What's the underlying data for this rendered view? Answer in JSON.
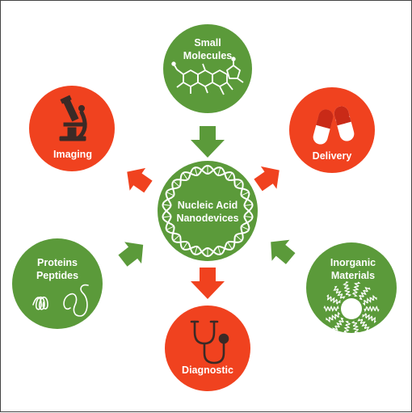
{
  "colors": {
    "green": "#5b9a3a",
    "red": "#f0421f",
    "white": "#ffffff",
    "icon_dark": "#3b2a26",
    "capsule_red": "#c92a17"
  },
  "center": {
    "line1": "Nucleic Acid",
    "line2": "Nanodevices",
    "icon": "dna-helix-ring-icon"
  },
  "nodes": [
    {
      "key": "small_molecules",
      "line1": "Small",
      "line2": "Molecules",
      "role": "input",
      "icon": "molecule-structure-icon"
    },
    {
      "key": "delivery",
      "line1": "Delivery",
      "role": "output",
      "icon": "capsule-icon"
    },
    {
      "key": "inorganic_materials",
      "line1": "Inorganic",
      "line2": "Materials",
      "role": "input",
      "icon": "nanoparticle-icon"
    },
    {
      "key": "diagnostic",
      "line1": "Diagnostic",
      "role": "output",
      "icon": "stethoscope-icon"
    },
    {
      "key": "proteins_peptides",
      "line1": "Proteins",
      "line2": "Peptides",
      "role": "input",
      "icon": "peptide-coil-icon"
    },
    {
      "key": "imaging",
      "line1": "Imaging",
      "role": "output",
      "icon": "microscope-icon"
    }
  ]
}
